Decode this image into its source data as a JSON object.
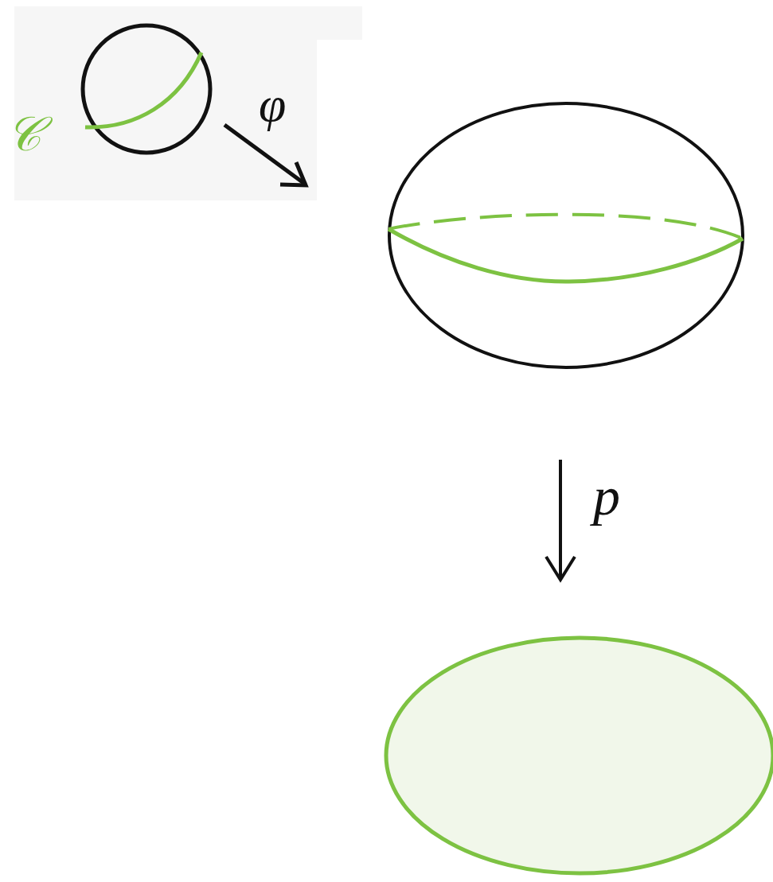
{
  "diagram": {
    "labels": [
      "𝒞",
      "φ",
      "p"
    ]
  }
}
